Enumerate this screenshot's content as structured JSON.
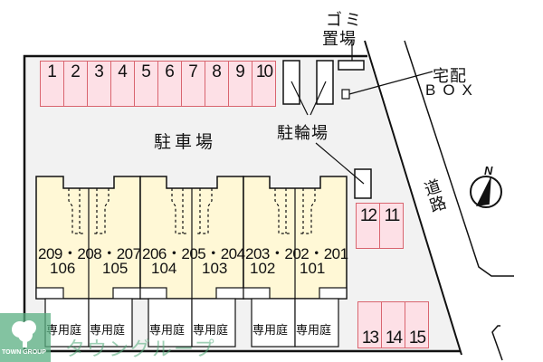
{
  "labels": {
    "parking_lot": "駐車場",
    "bicycle_parking": "駐輪場",
    "garbage_top": "ゴミ",
    "garbage_bottom": "置場",
    "delivery_box_top": "宅配",
    "delivery_box_bottom": "BOX",
    "road": "道路",
    "north": "N"
  },
  "parking_spaces_top": [
    "1",
    "2",
    "3",
    "4",
    "5",
    "6",
    "7",
    "8",
    "9",
    "10"
  ],
  "parking_spaces_right": [
    "12",
    "11"
  ],
  "parking_spaces_bottom": [
    "13",
    "14",
    "15"
  ],
  "units_upper": [
    "209・208・207",
    "206・205・204",
    "203・202・201"
  ],
  "units_lower": [
    "106",
    "105",
    "104",
    "103",
    "102",
    "101"
  ],
  "gardens": [
    "専用庭",
    "専用庭",
    "専用庭",
    "専用庭",
    "専用庭",
    "専用庭"
  ],
  "watermark": {
    "brand": "タウングループ",
    "sub": "TOWN GROUP"
  },
  "colors": {
    "lot_bg": "#f2f2f2",
    "building_fill": "#fff8d6",
    "parking_fill": "#fde0e6",
    "parking_border": "#d9656f",
    "watermark": "#5aaf82"
  }
}
